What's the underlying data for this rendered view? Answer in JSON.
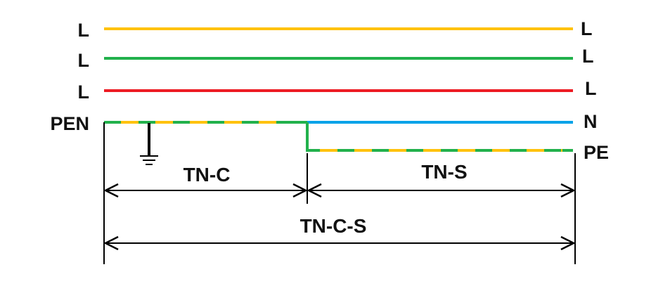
{
  "conductors": [
    {
      "id": "l1",
      "left_label": "L",
      "right_label": "L",
      "color": "#ffc20e"
    },
    {
      "id": "l2",
      "left_label": "L",
      "right_label": "L",
      "color": "#22b14c"
    },
    {
      "id": "l3",
      "left_label": "L",
      "right_label": "L",
      "color": "#ed1c24"
    },
    {
      "id": "pen",
      "left_label": "PEN",
      "color": "#22b14c",
      "dash_color": "#ffc20e"
    },
    {
      "id": "n",
      "right_label": "N",
      "color": "#00a2e8"
    },
    {
      "id": "pe",
      "right_label": "PE",
      "color": "#22b14c",
      "dash_color": "#ffc20e"
    }
  ],
  "sections": {
    "tn_c": "TN-C",
    "tn_s": "TN-S",
    "tn_c_s": "TN-C-S"
  },
  "ground_symbol": "earth-ground-icon"
}
